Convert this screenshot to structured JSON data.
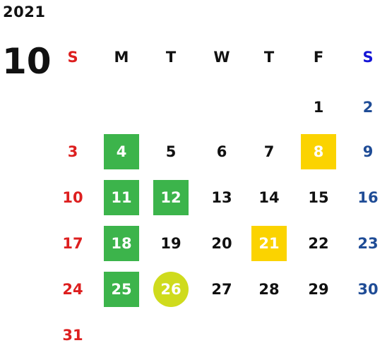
{
  "header": {
    "year": "2021",
    "month": "10"
  },
  "weekdays": [
    "S",
    "M",
    "T",
    "W",
    "T",
    "F",
    "S"
  ],
  "weeks": [
    [
      null,
      null,
      null,
      null,
      null,
      {
        "day": "1"
      },
      {
        "day": "2"
      }
    ],
    [
      {
        "day": "3"
      },
      {
        "day": "4",
        "mark": "green"
      },
      {
        "day": "5"
      },
      {
        "day": "6"
      },
      {
        "day": "7"
      },
      {
        "day": "8",
        "mark": "yellow"
      },
      {
        "day": "9"
      }
    ],
    [
      {
        "day": "10"
      },
      {
        "day": "11",
        "mark": "green"
      },
      {
        "day": "12",
        "mark": "green"
      },
      {
        "day": "13"
      },
      {
        "day": "14"
      },
      {
        "day": "15"
      },
      {
        "day": "16"
      }
    ],
    [
      {
        "day": "17"
      },
      {
        "day": "18",
        "mark": "green"
      },
      {
        "day": "19"
      },
      {
        "day": "20"
      },
      {
        "day": "21",
        "mark": "yellow"
      },
      {
        "day": "22"
      },
      {
        "day": "23"
      }
    ],
    [
      {
        "day": "24"
      },
      {
        "day": "25",
        "mark": "green"
      },
      {
        "day": "26",
        "mark": "today"
      },
      {
        "day": "27"
      },
      {
        "day": "28"
      },
      {
        "day": "29"
      },
      {
        "day": "30"
      }
    ],
    [
      {
        "day": "31"
      },
      null,
      null,
      null,
      null,
      null,
      null
    ]
  ],
  "colors": {
    "text": "#111111",
    "sunday": "#dd1f1f",
    "saturday_header": "#1515d6",
    "saturday": "#1f4c96",
    "green_highlight": "#3cb44b",
    "yellow_highlight": "#fbd300",
    "today_circle": "#cfdb1d"
  }
}
